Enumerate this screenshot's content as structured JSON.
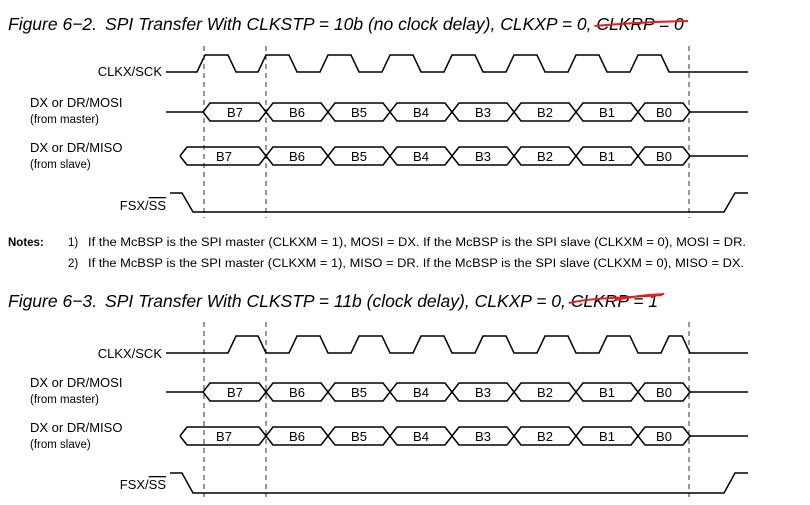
{
  "figures": [
    {
      "number": "Figure 6−2.",
      "title_main": "SPI Transfer With CLKSTP = 10b (no clock delay), CLKXP = 0, ",
      "title_struck": "CLKRP = 0",
      "signals": {
        "clk": "CLKX/SCK",
        "mosi": {
          "line1": "DX or DR/MOSI",
          "line2": "(from master)"
        },
        "miso": {
          "line1": "DX or DR/MISO",
          "line2": "(from slave)"
        },
        "fsx_prefix": "FSX/",
        "fsx_overbar": "SS"
      },
      "bytes": [
        "B7",
        "B6",
        "B5",
        "B4",
        "B3",
        "B2",
        "B1",
        "B0"
      ]
    },
    {
      "number": "Figure 6−3.",
      "title_main": "SPI Transfer With CLKSTP = 11b (clock delay), CLKXP = 0, ",
      "title_struck": "CLKRP = 1",
      "signals": {
        "clk": "CLKX/SCK",
        "mosi": {
          "line1": "DX or DR/MOSI",
          "line2": "(from master)"
        },
        "miso": {
          "line1": "DX or DR/MISO",
          "line2": "(from slave)"
        },
        "fsx_prefix": "FSX/",
        "fsx_overbar": "SS"
      },
      "bytes": [
        "B7",
        "B6",
        "B5",
        "B4",
        "B3",
        "B2",
        "B1",
        "B0"
      ]
    }
  ],
  "notes": {
    "heading": "Notes:",
    "items": [
      {
        "num": "1)",
        "text": "If the McBSP is the SPI master (CLKXM = 1), MOSI = DX. If the McBSP is the SPI slave (CLKXM = 0), MOSI = DR."
      },
      {
        "num": "2)",
        "text": "If the McBSP is the SPI master (CLKXM = 1), MISO = DR. If the McBSP is the SPI slave (CLKXM = 0), MISO = DX."
      }
    ]
  },
  "colors": {
    "ink": "#000000",
    "strike": "#e0201e"
  }
}
